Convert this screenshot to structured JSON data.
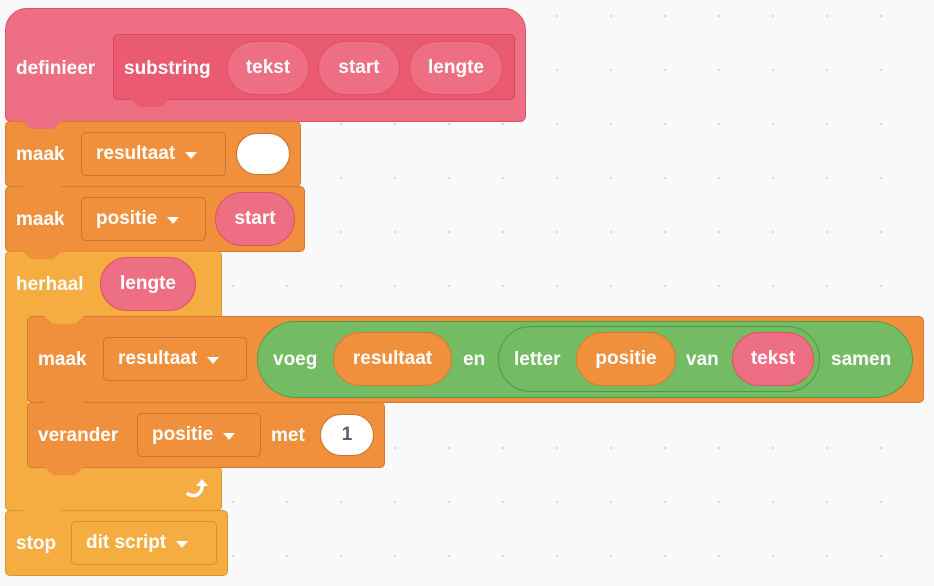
{
  "workspace": {
    "background": "#f9f9f9",
    "grid_dot_color": "#d8d8d8"
  },
  "colors": {
    "my_blocks": "#ee6e84",
    "my_blocks_dark": "#ea5a70",
    "variables": "#f0903c",
    "control": "#f5ad42",
    "operators": "#73bc63"
  },
  "script": {
    "define": {
      "label": "definieer",
      "proc_name": "substring",
      "params": [
        "tekst",
        "start",
        "lengte"
      ]
    },
    "set_result": {
      "label": "maak",
      "variable": "resultaat",
      "value": ""
    },
    "set_position": {
      "label": "maak",
      "variable": "positie",
      "value_reporter": "start"
    },
    "repeat": {
      "label": "herhaal",
      "count_reporter": "lengte",
      "loop_icon": "loop-arrow-icon",
      "body": {
        "set_join": {
          "label": "maak",
          "variable": "resultaat",
          "join": {
            "label_start": "voeg",
            "arg1": "resultaat",
            "label_mid": "en",
            "letter_of": {
              "label_start": "letter",
              "arg1": "positie",
              "label_mid": "van",
              "arg2": "tekst"
            },
            "label_end": "samen"
          }
        },
        "change": {
          "label": "verander",
          "variable": "positie",
          "label_mid": "met",
          "value": "1"
        }
      }
    },
    "stop": {
      "label": "stop",
      "option": "dit script"
    }
  }
}
